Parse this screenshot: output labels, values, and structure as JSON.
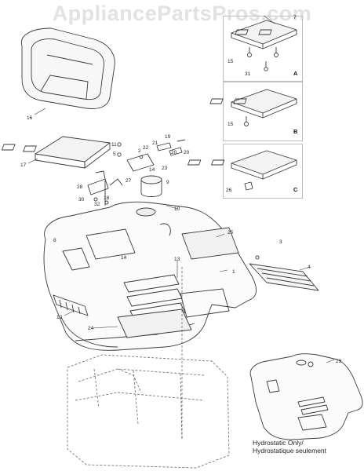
{
  "watermark": "AppliancePartsPros.com",
  "variants": [
    {
      "letter": "A",
      "callouts": [
        "7",
        "15",
        "31"
      ]
    },
    {
      "letter": "B",
      "callouts": [
        "15"
      ]
    },
    {
      "letter": "C",
      "callouts": [
        "26"
      ]
    }
  ],
  "callouts": [
    "16",
    "17",
    "11",
    "5",
    "2",
    "22",
    "21",
    "19",
    "20",
    "20",
    "14",
    "23",
    "9",
    "27",
    "28",
    "30",
    "32",
    "18",
    "10",
    "8",
    "14",
    "25",
    "3",
    "4",
    "1",
    "13",
    "12",
    "24",
    "29"
  ],
  "note_lines": [
    "Hydrostatic Only/",
    "Hydrostatique seulement"
  ]
}
